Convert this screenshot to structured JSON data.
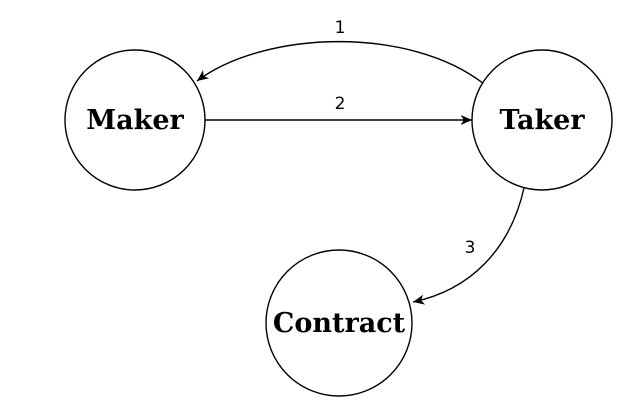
{
  "nodes": {
    "maker": {
      "label": "Maker"
    },
    "taker": {
      "label": "Taker"
    },
    "contract": {
      "label": "Contract"
    }
  },
  "edges": {
    "taker_to_maker": {
      "label": "1"
    },
    "maker_to_taker": {
      "label": "2"
    },
    "taker_to_contract": {
      "label": "3"
    }
  },
  "colors": {
    "stroke": "#000000",
    "background": "#ffffff"
  }
}
